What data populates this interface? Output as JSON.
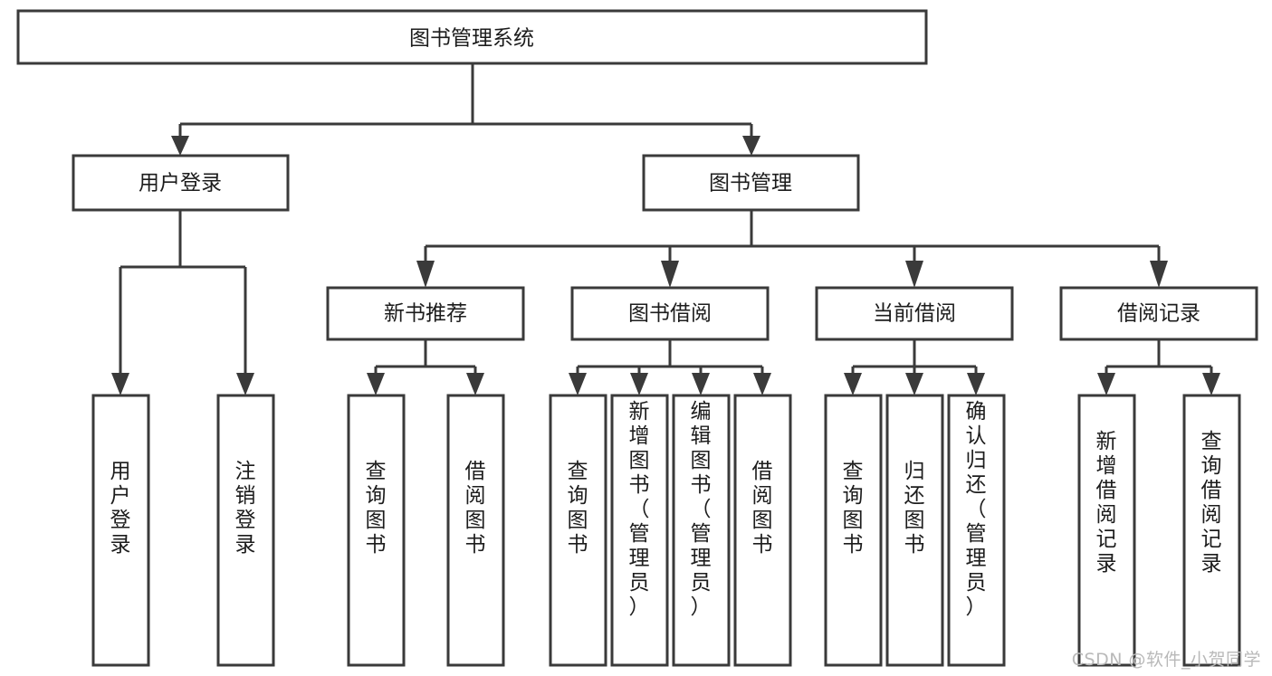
{
  "diagram": {
    "type": "tree-hierarchy",
    "title": "图书管理系统",
    "root": {
      "id": "root",
      "label": "图书管理系统",
      "orientation": "horizontal"
    },
    "level2": [
      {
        "id": "user-login",
        "label": "用户登录",
        "orientation": "horizontal"
      },
      {
        "id": "book-manage",
        "label": "图书管理",
        "orientation": "horizontal"
      }
    ],
    "level3": [
      {
        "id": "new-book-recommend",
        "label": "新书推荐",
        "parent": "book-manage",
        "orientation": "horizontal"
      },
      {
        "id": "book-borrow",
        "label": "图书借阅",
        "parent": "book-manage",
        "orientation": "horizontal"
      },
      {
        "id": "current-borrow",
        "label": "当前借阅",
        "parent": "book-manage",
        "orientation": "horizontal"
      },
      {
        "id": "borrow-record",
        "label": "借阅记录",
        "parent": "book-manage",
        "orientation": "horizontal"
      }
    ],
    "leaves": [
      {
        "id": "leaf-user-login",
        "label": "用户登录",
        "parent": "user-login",
        "orientation": "vertical"
      },
      {
        "id": "leaf-user-logout",
        "label": "注销登录",
        "parent": "user-login",
        "orientation": "vertical"
      },
      {
        "id": "leaf-query-book-1",
        "label": "查询图书",
        "parent": "new-book-recommend",
        "orientation": "vertical"
      },
      {
        "id": "leaf-borrow-book-1",
        "label": "借阅图书",
        "parent": "new-book-recommend",
        "orientation": "vertical"
      },
      {
        "id": "leaf-query-book-2",
        "label": "查询图书",
        "parent": "book-borrow",
        "orientation": "vertical"
      },
      {
        "id": "leaf-add-book",
        "label": "新增图书（管理员）",
        "parent": "book-borrow",
        "orientation": "vertical"
      },
      {
        "id": "leaf-edit-book",
        "label": "编辑图书（管理员）",
        "parent": "book-borrow",
        "orientation": "vertical"
      },
      {
        "id": "leaf-borrow-book-2",
        "label": "借阅图书",
        "parent": "book-borrow",
        "orientation": "vertical"
      },
      {
        "id": "leaf-query-book-3",
        "label": "查询图书",
        "parent": "current-borrow",
        "orientation": "vertical"
      },
      {
        "id": "leaf-return-book",
        "label": "归还图书",
        "parent": "current-borrow",
        "orientation": "vertical"
      },
      {
        "id": "leaf-confirm-return",
        "label": "确认归还（管理员）",
        "parent": "current-borrow",
        "orientation": "vertical"
      },
      {
        "id": "leaf-add-record",
        "label": "新增借阅记录",
        "parent": "borrow-record",
        "orientation": "vertical"
      },
      {
        "id": "leaf-query-record",
        "label": "查询借阅记录",
        "parent": "borrow-record",
        "orientation": "vertical"
      }
    ],
    "colors": {
      "box_fill": "#ffffff",
      "box_stroke": "#3a3a3a",
      "text": "#1c1c1c",
      "background": "#ffffff",
      "watermark": "#b9b9b9"
    }
  },
  "watermark": {
    "text": "CSDN @软件_小贺同学"
  }
}
